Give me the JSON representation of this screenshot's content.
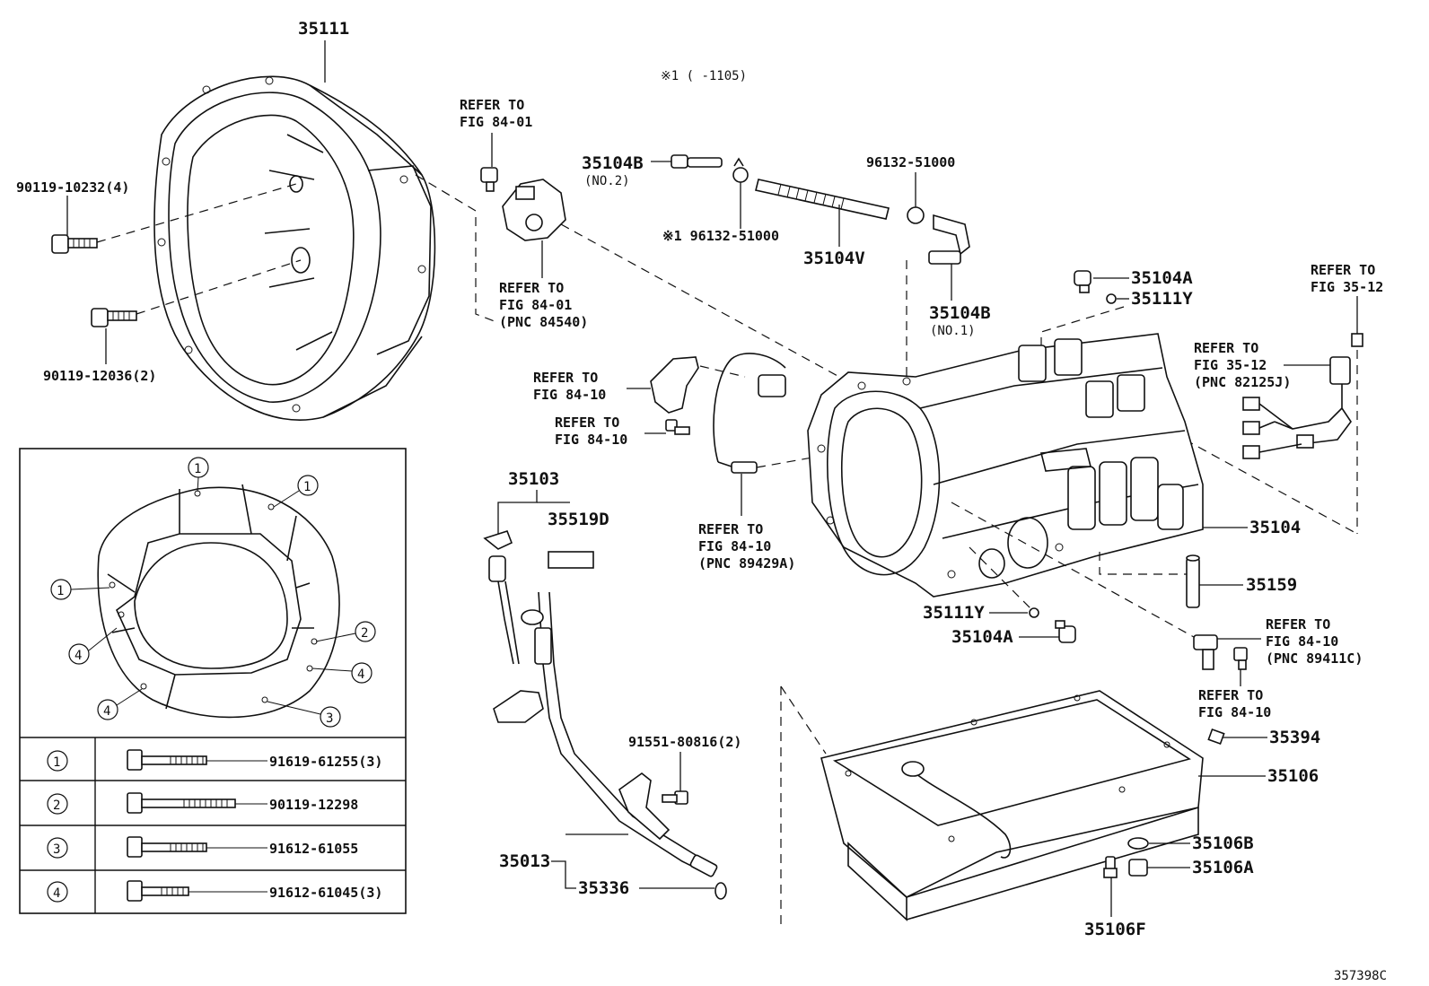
{
  "header_note": "※1 (   -1105)",
  "footer_code": "357398C",
  "labels": {
    "p35111": "35111",
    "bolt_10232": "90119-10232(4)",
    "bolt_12036": "90119-12036(2)",
    "refer_fig8401_a1": "REFER TO",
    "refer_fig8401_a2": "FIG 84-01",
    "refer_fig8401_b1": "REFER TO",
    "refer_fig8401_b2": "FIG 84-01",
    "refer_fig8401_b3": "(PNC 84540)",
    "p35104B_no2": "35104B",
    "no2": "(NO.2)",
    "clamp_s1": "※1 96132-51000",
    "p35104V": "35104V",
    "clamp_top": "96132-51000",
    "p35104B_no1": "35104B",
    "no1": "(NO.1)",
    "p35104A_top": "35104A",
    "p35111Y_top": "35111Y",
    "refer_3512_top1": "REFER TO",
    "refer_3512_top2": "FIG 35-12",
    "refer_3512_1": "REFER TO",
    "refer_3512_2": "FIG 35-12",
    "refer_3512_3": "(PNC 82125J)",
    "refer_8410_a1": "REFER TO",
    "refer_8410_a2": "FIG 84-10",
    "refer_8410_b1": "REFER TO",
    "refer_8410_b2": "FIG 84-10",
    "refer_8410_c1": "REFER TO",
    "refer_8410_c2": "FIG 84-10",
    "refer_8410_c3": "(PNC 89429A)",
    "p35103": "35103",
    "p35519D": "35519D",
    "p35104": "35104",
    "p35159": "35159",
    "p35111Y_bot": "35111Y",
    "p35104A_bot": "35104A",
    "refer_8410_d1": "REFER TO",
    "refer_8410_d2": "FIG 84-10",
    "refer_8410_d3": "(PNC 89411C)",
    "refer_8410_e1": "REFER TO",
    "refer_8410_e2": "FIG 84-10",
    "bolt_91551": "91551-80816(2)",
    "p35394": "35394",
    "p35106": "35106",
    "p35013": "35013",
    "p35336": "35336",
    "p35106B": "35106B",
    "p35106A": "35106A",
    "p35106F": "35106F"
  },
  "inset": {
    "callouts": [
      "1",
      "2",
      "3",
      "4"
    ],
    "table": [
      {
        "key": "1",
        "part": "91619-61255(3)"
      },
      {
        "key": "2",
        "part": "90119-12298"
      },
      {
        "key": "3",
        "part": "91612-61055"
      },
      {
        "key": "4",
        "part": "91612-61045(3)"
      }
    ]
  }
}
